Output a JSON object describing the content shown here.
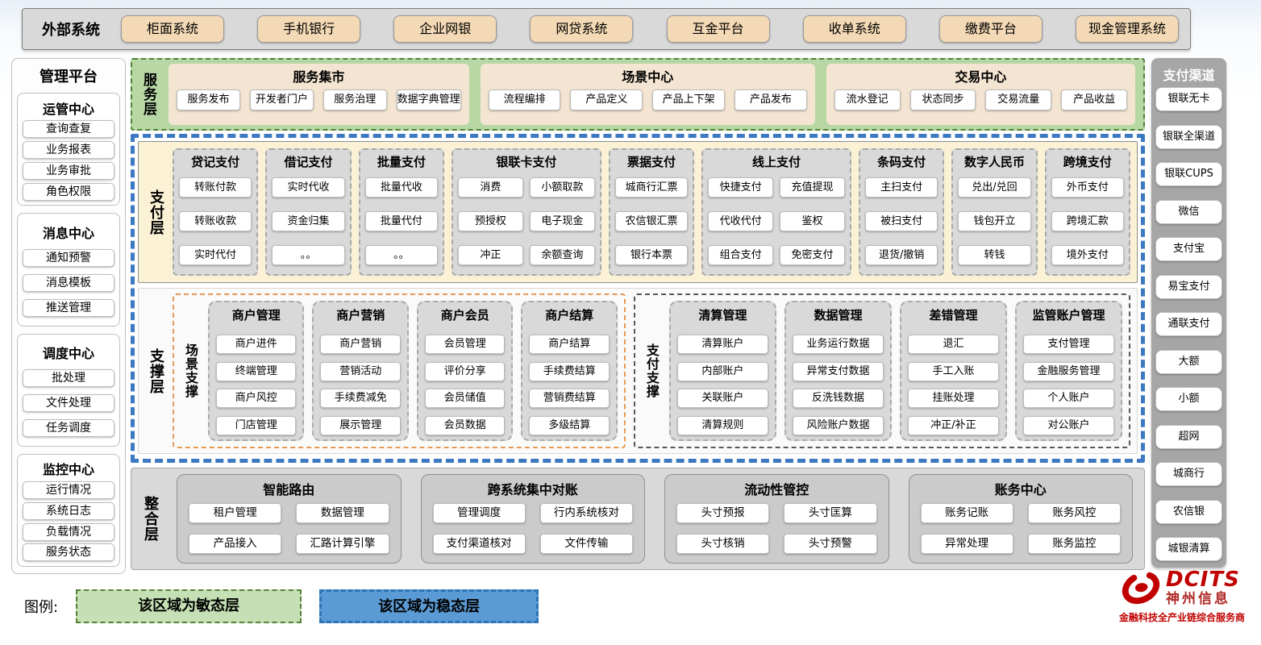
{
  "external_systems": {
    "label": "外部系统",
    "items": [
      "柜面系统",
      "手机银行",
      "企业网银",
      "网贷系统",
      "互金平台",
      "收单系统",
      "缴费平台",
      "现金管理系统"
    ]
  },
  "management_platform": {
    "title": "管理平台",
    "groups": [
      {
        "title": "运管中心",
        "items": [
          "查询查复",
          "业务报表",
          "业务审批",
          "角色权限"
        ]
      },
      {
        "title": "消息中心",
        "items": [
          "通知预警",
          "消息模板",
          "推送管理"
        ]
      },
      {
        "title": "调度中心",
        "items": [
          "批处理",
          "文件处理",
          "任务调度"
        ]
      },
      {
        "title": "监控中心",
        "items": [
          "运行情况",
          "系统日志",
          "负载情况",
          "服务状态"
        ]
      }
    ]
  },
  "service_layer": {
    "label": "服务层",
    "centers": [
      {
        "title": "服务集市",
        "items": [
          "服务发布",
          "开发者门户",
          "服务治理",
          "数据字典管理"
        ]
      },
      {
        "title": "场景中心",
        "items": [
          "流程编排",
          "产品定义",
          "产品上下架",
          "产品发布"
        ]
      },
      {
        "title": "交易中心",
        "items": [
          "流水登记",
          "状态同步",
          "交易流量",
          "产品收益"
        ]
      }
    ]
  },
  "payment_layer": {
    "label": "支付层",
    "columns": [
      {
        "title": "贷记支付",
        "cols": 1,
        "items": [
          "转账付款",
          "转账收款",
          "实时代付"
        ]
      },
      {
        "title": "借记支付",
        "cols": 1,
        "items": [
          "实时代收",
          "资金归集",
          "。。"
        ]
      },
      {
        "title": "批量支付",
        "cols": 1,
        "items": [
          "批量代收",
          "批量代付",
          "。。"
        ]
      },
      {
        "title": "银联卡支付",
        "cols": 2,
        "items": [
          "消费",
          "小额取款",
          "预授权",
          "电子现金",
          "冲正",
          "余额查询"
        ]
      },
      {
        "title": "票据支付",
        "cols": 1,
        "items": [
          "城商行汇票",
          "农信银汇票",
          "银行本票"
        ]
      },
      {
        "title": "线上支付",
        "cols": 2,
        "items": [
          "快捷支付",
          "充值提现",
          "代收代付",
          "鉴权",
          "组合支付",
          "免密支付"
        ]
      },
      {
        "title": "条码支付",
        "cols": 1,
        "items": [
          "主扫支付",
          "被扫支付",
          "退货/撤销"
        ]
      },
      {
        "title": "数字人民币",
        "cols": 1,
        "items": [
          "兑出/兑回",
          "钱包开立",
          "转钱"
        ]
      },
      {
        "title": "跨境支付",
        "cols": 1,
        "items": [
          "外币支付",
          "跨境汇款",
          "境外支付"
        ]
      }
    ]
  },
  "support_layer": {
    "label": "支撑层",
    "sections": [
      {
        "label": "场景支撑",
        "style": "orange",
        "columns": [
          {
            "title": "商户管理",
            "items": [
              "商户进件",
              "终端管理",
              "商户风控",
              "门店管理"
            ]
          },
          {
            "title": "商户营销",
            "items": [
              "商户营销",
              "营销活动",
              "手续费减免",
              "展示管理"
            ]
          },
          {
            "title": "商户会员",
            "items": [
              "会员管理",
              "评价分享",
              "会员储值",
              "会员数据"
            ]
          },
          {
            "title": "商户结算",
            "items": [
              "商户结算",
              "手续费结算",
              "营销费结算",
              "多级结算"
            ]
          }
        ]
      },
      {
        "label": "支付支撑",
        "style": "dark",
        "columns": [
          {
            "title": "清算管理",
            "items": [
              "清算账户",
              "内部账户",
              "关联账户",
              "清算规则"
            ]
          },
          {
            "title": "数据管理",
            "items": [
              "业务运行数据",
              "异常支付数据",
              "反洗钱数据",
              "风险账户数据"
            ]
          },
          {
            "title": "差错管理",
            "items": [
              "退汇",
              "手工入账",
              "挂账处理",
              "冲正/补正"
            ]
          },
          {
            "title": "监管账户管理",
            "items": [
              "支付管理",
              "金融服务管理",
              "个人账户",
              "对公账户"
            ]
          }
        ]
      }
    ]
  },
  "integration_layer": {
    "label": "整合层",
    "groups": [
      {
        "title": "智能路由",
        "items": [
          "租户管理",
          "数据管理",
          "产品接入",
          "汇路计算引擎"
        ]
      },
      {
        "title": "跨系统集中对账",
        "items": [
          "管理调度",
          "行内系统核对",
          "支付渠道核对",
          "文件传输"
        ]
      },
      {
        "title": "流动性管控",
        "items": [
          "头寸预报",
          "头寸匡算",
          "头寸核销",
          "头寸预警"
        ]
      },
      {
        "title": "账务中心",
        "items": [
          "账务记账",
          "账务风控",
          "异常处理",
          "账务监控"
        ]
      }
    ]
  },
  "payment_channels": {
    "title": "支付渠道",
    "items": [
      "银联无卡",
      "银联全渠道",
      "银联CUPS",
      "微信",
      "支付宝",
      "易宝支付",
      "通联支付",
      "大额",
      "小额",
      "超网",
      "城商行",
      "农信银",
      "城银清算"
    ]
  },
  "legend": {
    "label": "图例:",
    "items": [
      {
        "text": "该区域为敏态层",
        "color": "#c5e0b4"
      },
      {
        "text": "该区域为稳态层",
        "color": "#5b9bd5"
      }
    ]
  },
  "logo": {
    "name": "DCITS",
    "company": "神州信息",
    "tagline": "金融科技全产业链综合服务商"
  },
  "colors": {
    "agile_green": "#c5e0b4",
    "stable_blue": "#5b9bd5",
    "blue_border": "#3c79c2",
    "green_border": "#538135",
    "orange_border": "#e59a54",
    "tan_node": "#f3d9b5",
    "cream_strip": "#fbf2d5",
    "gray_column": "#d9d9d9",
    "channel_rail": "#a6a6a6",
    "logo_red": "#c00000"
  }
}
